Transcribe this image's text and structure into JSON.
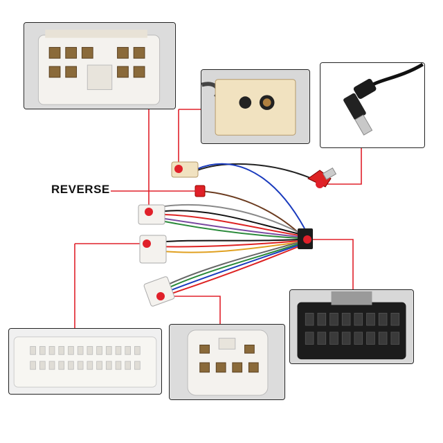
{
  "labels": {
    "reverse": "REVERSE"
  },
  "colors": {
    "leader_line": "#e0202a",
    "marker_dot": "#e0202a",
    "connector_white": "#f4f2ee",
    "connector_cream": "#f1e2c0",
    "connector_black": "#1c1c1c",
    "photo_border": "#222222"
  },
  "callouts": [
    "top-left-connector-photo",
    "top-middle-connector-photo",
    "top-right-antenna-plug-photo",
    "bottom-left-connector-photo",
    "bottom-middle-connector-photo",
    "bottom-right-connector-photo"
  ]
}
